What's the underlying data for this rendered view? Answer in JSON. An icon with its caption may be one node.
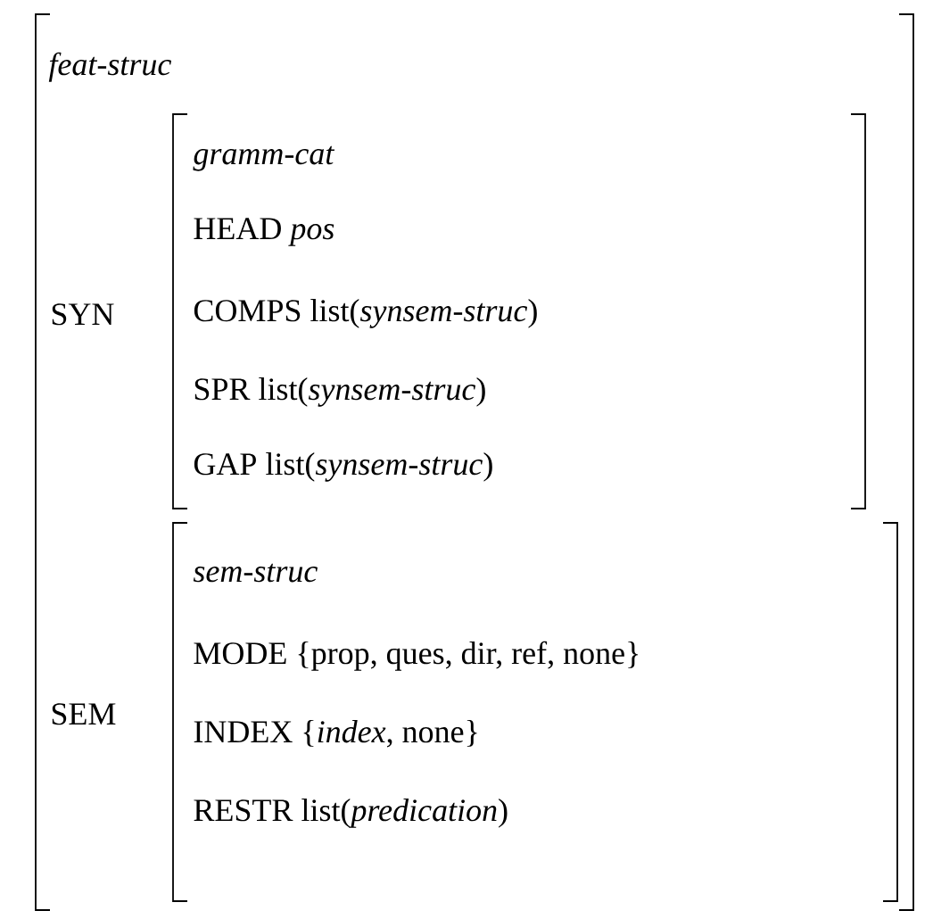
{
  "diagram": {
    "nodes": [
      {
        "text": [
          "feat-struc"
        ]
      },
      {
        "text": [
          "gramm-cat",
          "HEAD *pos*",
          "COMPS list(*synsem-struc*)",
          "SPR list(*synsem-struc*)",
          "GAP list(*synsem-struc*)"
        ],
        "beside": [
          "SYN"
        ],
        "in": 0
      },
      {
        "text": [
          "sem-struc",
          "MODE {prop, ques, dir, ref, none}",
          "INDEX {*index*, none}",
          "RESTR list(*predication*)"
        ],
        "beside": [
          "SEM"
        ],
        "in": 0
      }
    ]
  }
}
